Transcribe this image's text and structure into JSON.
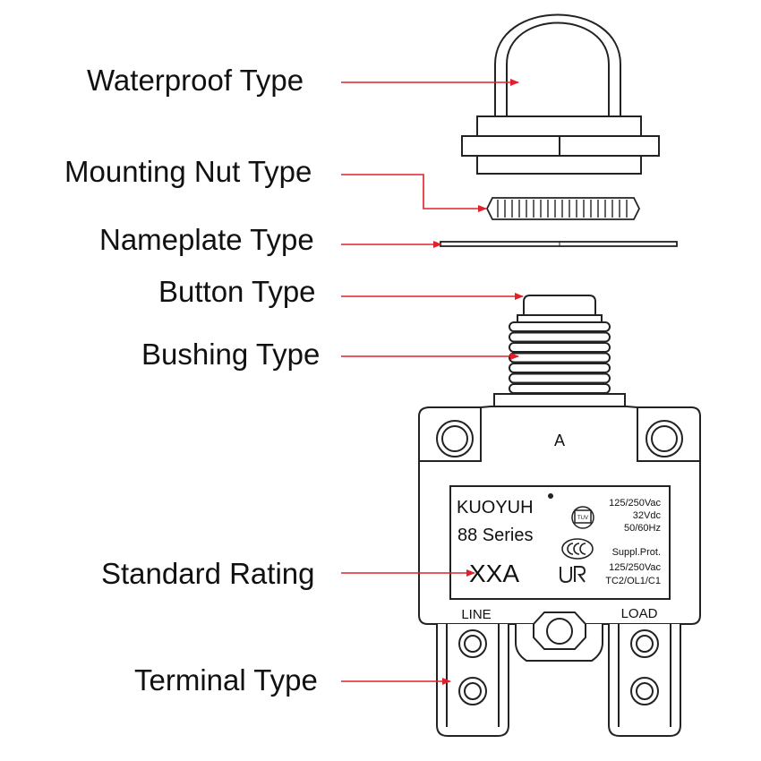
{
  "labels": {
    "waterproof": "Waterproof  Type",
    "mounting_nut": "Mounting Nut Type",
    "nameplate": "Nameplate Type",
    "button": "Button Type",
    "bushing": "Bushing Type",
    "standard_rating": "Standard Rating",
    "terminal": "Terminal Type"
  },
  "breaker": {
    "top_letter": "A",
    "brand": "KUOYUH",
    "series": "88 Series",
    "rating": "XXA",
    "spec_1": "125/250Vac",
    "spec_2": "32Vdc",
    "spec_3": "50/60Hz",
    "suppl": "Suppl.Prot.",
    "spec_4": "125/250Vac",
    "spec_5": "TC2/OL1/C1",
    "tuv_mark": "TUV",
    "line": "LINE",
    "load": "LOAD"
  },
  "colors": {
    "arrow": "#e0202a",
    "outline": "#222222"
  }
}
